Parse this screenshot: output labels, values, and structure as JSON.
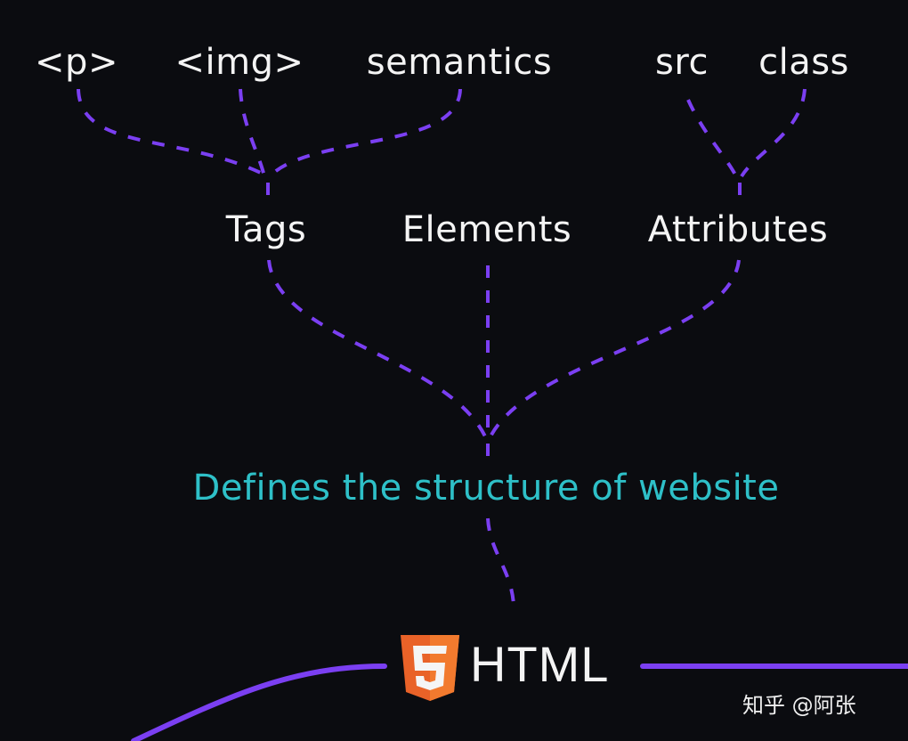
{
  "diagram": {
    "top_row": {
      "p_tag": "<p>",
      "img_tag": "<img>",
      "semantics": "semantics",
      "src": "src",
      "class": "class"
    },
    "middle_row": {
      "tags": "Tags",
      "elements": "Elements",
      "attributes": "Attributes"
    },
    "description": "Defines the structure of website",
    "root": {
      "logo_glyph": "5",
      "label": "HTML"
    },
    "colors": {
      "background": "#0b0c10",
      "connector": "#7b3ff2",
      "description": "#2ec0c8",
      "text": "#f4f4f4",
      "logo_orange": "#e96228",
      "logo_orange_light": "#f27a2e"
    },
    "edges": [
      {
        "from": "<p>",
        "to": "Tags"
      },
      {
        "from": "<img>",
        "to": "Tags"
      },
      {
        "from": "semantics",
        "to": "Tags"
      },
      {
        "from": "src",
        "to": "Attributes"
      },
      {
        "from": "class",
        "to": "Attributes"
      },
      {
        "from": "Tags",
        "to": "Defines the structure of website"
      },
      {
        "from": "Elements",
        "to": "Defines the structure of website"
      },
      {
        "from": "Attributes",
        "to": "Defines the structure of website"
      },
      {
        "from": "Defines the structure of website",
        "to": "HTML"
      }
    ]
  },
  "watermark": "知乎 @阿张"
}
